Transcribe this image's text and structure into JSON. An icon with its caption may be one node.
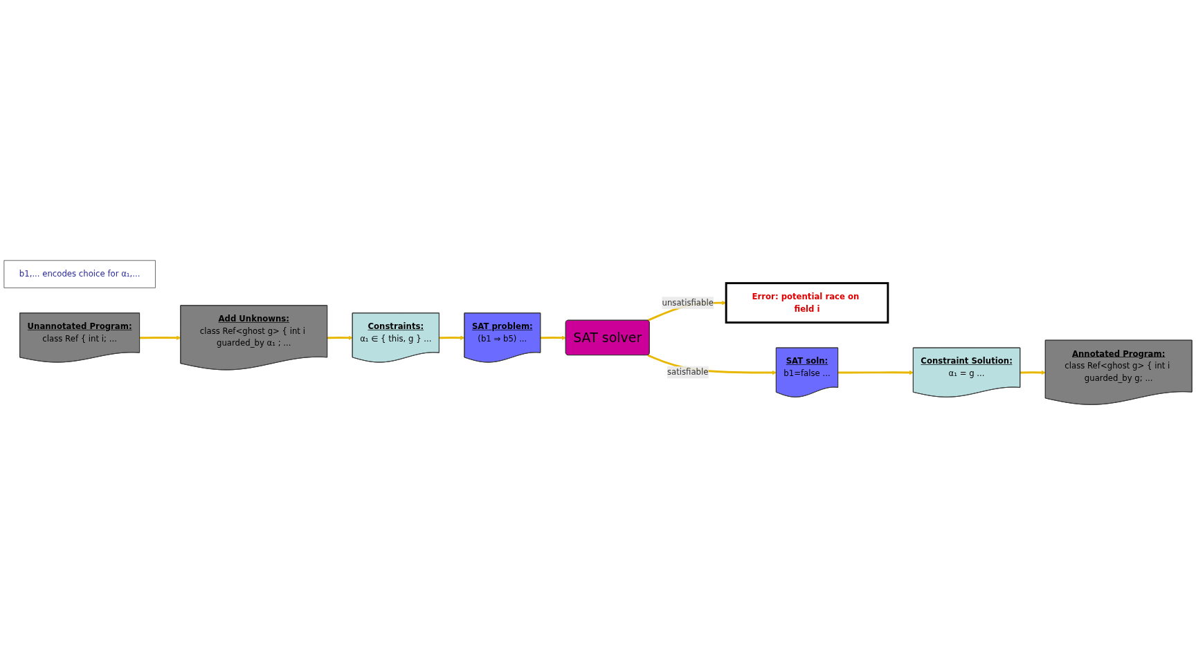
{
  "diagram": {
    "nodes": [
      {
        "text": [
          "Add Unknowns:",
          "class Ref<ghost g> { int i guarded_by α₁ ; ..."
        ]
      },
      {
        "text": [
          "Constraints:",
          "α₁ ∈ { this, g } ..."
        ]
      },
      {
        "text": [
          "SAT problem:",
          "(b1 ⇒ b5) ..."
        ]
      },
      {
        "text": [
          "b1,... encodes choice for α₁,..."
        ]
      },
      {
        "text": [
          "Unannotated Program:",
          "class Ref { int i; ..."
        ]
      },
      {
        "text": [
          "Error: potential race on field i"
        ]
      },
      {
        "text": [
          "SAT solver"
        ]
      },
      {
        "text": [
          "Annotated Program:",
          "class Ref<ghost g> { int i guarded_by g; ..."
        ]
      },
      {
        "text": [
          "Constraint Solution:",
          "α₁ = g ..."
        ]
      },
      {
        "text": [
          "SAT soln:",
          "b1=false ..."
        ]
      }
    ],
    "edges": [
      {
        "from": 4,
        "to": 0,
        "arrow": "to"
      },
      {
        "from": 0,
        "to": 1,
        "arrow": "to"
      },
      {
        "from": 1,
        "to": 2,
        "arrow": "to"
      },
      {
        "from": 2,
        "to": 6,
        "arrow": "to"
      },
      {
        "from": 6,
        "to": 5,
        "arrow": "to",
        "label": "unsatisfiable"
      },
      {
        "from": 6,
        "to": 9,
        "arrow": "to",
        "label": "satisfiable"
      },
      {
        "from": 9,
        "to": 8,
        "arrow": "to"
      },
      {
        "from": 8,
        "to": 7,
        "arrow": "to"
      }
    ]
  }
}
